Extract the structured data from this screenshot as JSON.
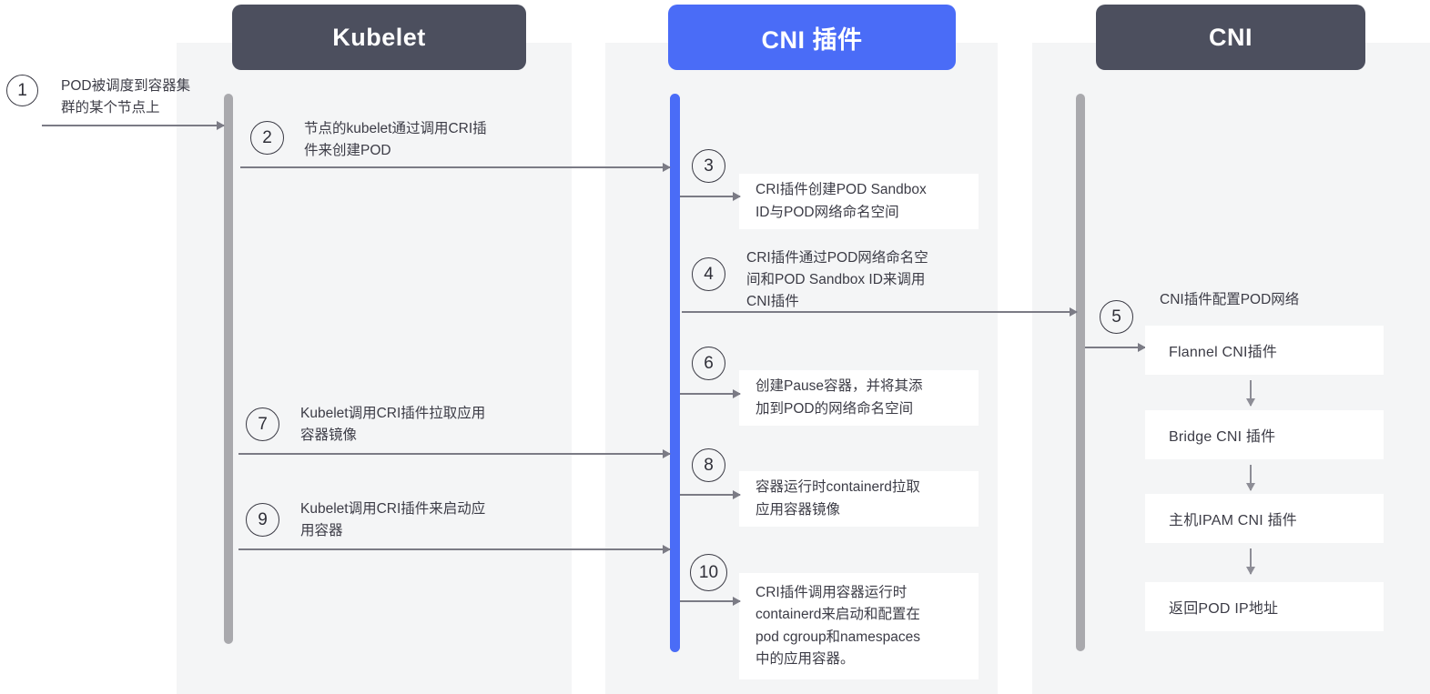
{
  "diagram": {
    "title_lanes": [
      {
        "key": "kubelet",
        "label": "Kubelet",
        "color": "#4c4f5e"
      },
      {
        "key": "cni_plugin",
        "label": "CNI 插件",
        "color": "#4a6cf7"
      },
      {
        "key": "cni",
        "label": "CNI",
        "color": "#4c4f5e"
      }
    ],
    "steps": [
      {
        "num": "1",
        "text": "POD被调度到容器集\n群的某个节点上",
        "lane": "external"
      },
      {
        "num": "2",
        "text": "节点的kubelet通过调用CRI插\n件来创建POD",
        "lane": "kubelet"
      },
      {
        "num": "3",
        "text": "CRI插件创建POD Sandbox\nID与POD网络命名空间",
        "lane": "cni_plugin",
        "boxed": true
      },
      {
        "num": "4",
        "text": "CRI插件通过POD网络命名空\n间和POD Sandbox ID来调用\nCNI插件",
        "lane": "cni_plugin",
        "boxed": false
      },
      {
        "num": "5",
        "text": "CNI插件配置POD网络",
        "lane": "cni",
        "boxed": false
      },
      {
        "num": "6",
        "text": "创建Pause容器，并将其添\n加到POD的网络命名空间",
        "lane": "cni_plugin",
        "boxed": true
      },
      {
        "num": "7",
        "text": "Kubelet调用CRI插件拉取应用\n容器镜像",
        "lane": "kubelet"
      },
      {
        "num": "8",
        "text": "容器运行时containerd拉取\n应用容器镜像",
        "lane": "cni_plugin",
        "boxed": true
      },
      {
        "num": "9",
        "text": "Kubelet调用CRI插件来启动应\n用容器",
        "lane": "kubelet"
      },
      {
        "num": "10",
        "text": "CRI插件调用容器运行时\ncontainerd来启动和配置在\npod cgroup和namespaces\n中的应用容器。",
        "lane": "cni_plugin",
        "boxed": true
      }
    ],
    "cni_chain": [
      {
        "label": "Flannel CNI插件"
      },
      {
        "label": "Bridge CNI 插件"
      },
      {
        "label": "主机IPAM CNI 插件"
      },
      {
        "label": "返回POD IP地址"
      }
    ],
    "cni_chain_caption": "CNI插件配置POD网络",
    "colors": {
      "lane_background": "#f4f5f6",
      "header_dark": "#4c4f5e",
      "header_blue": "#4a6cf7",
      "lifeline_gray": "#a9a9ad",
      "lifeline_blue": "#4a6cf7",
      "arrow_gray": "#7b7b85",
      "text": "#3c3c46",
      "box_white": "#ffffff"
    }
  }
}
